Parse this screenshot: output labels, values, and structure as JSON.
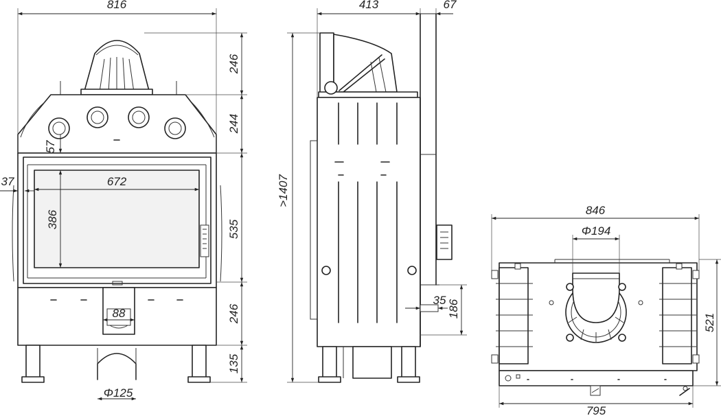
{
  "dimensions": {
    "front_width": "816",
    "top_height": "246",
    "upper_height": "244",
    "door_height": "535",
    "lower_height": "246",
    "leg_height": "135",
    "offset_57": "57",
    "glass_width": "672",
    "glass_height": "386",
    "side_37": "37",
    "outlet_88": "88",
    "inlet_diameter": "Φ125",
    "side_depth": "413",
    "side_rear": "67",
    "side_total_height": ">1407",
    "side_35": "35",
    "side_186": "186",
    "top_width": "846",
    "top_flue": "Φ194",
    "top_depth": "521",
    "top_base_width": "795"
  }
}
